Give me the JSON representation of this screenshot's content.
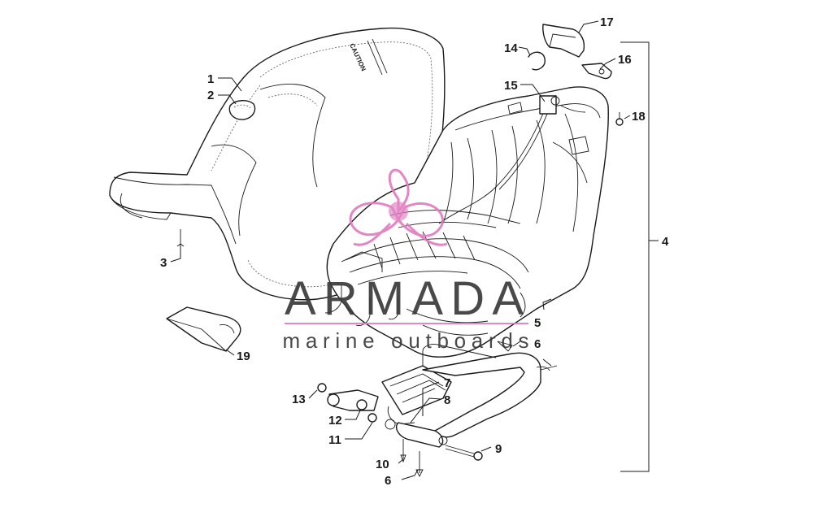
{
  "callouts": {
    "c1": "1",
    "c2": "2",
    "c3": "3",
    "c4": "4",
    "c5": "5",
    "c6a": "6",
    "c6b": "6",
    "c7": "7",
    "c8": "8",
    "c9": "9",
    "c10": "10",
    "c11": "11",
    "c12": "12",
    "c13": "13",
    "c14": "14",
    "c15": "15",
    "c16": "16",
    "c17": "17",
    "c18": "18",
    "c19": "19"
  },
  "seat_label": "CAUTION",
  "watermark": {
    "brand": "ARMADA",
    "tagline": "marine outboards",
    "logo": "lotus-icon",
    "brand_color": "#3a3a3a",
    "accent_color": "#e07cc0"
  }
}
